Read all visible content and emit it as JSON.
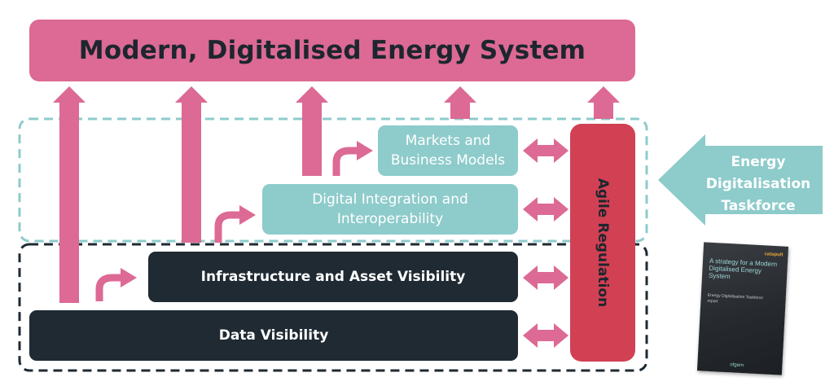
{
  "title": "Modern, Digitalised Energy System",
  "layers": {
    "markets": "Markets and Business Models",
    "integration": "Digital Integration and Interoperability",
    "infrastructure": "Infrastructure and Asset Visibility",
    "data": "Data Visibility"
  },
  "regulation": "Agile Regulation",
  "taskforce": "Energy Digitalisation Taskforce",
  "report_cover": {
    "brand": "catapult",
    "title": "A strategy for a Modern Digitalised Energy System",
    "subtitle": "Energy Digitalisation Taskforce report",
    "footer": "ofgem"
  },
  "colors": {
    "pink": "#dc6a94",
    "teal": "#8ecbcb",
    "dark": "#1f2a33",
    "red": "#d24054"
  }
}
